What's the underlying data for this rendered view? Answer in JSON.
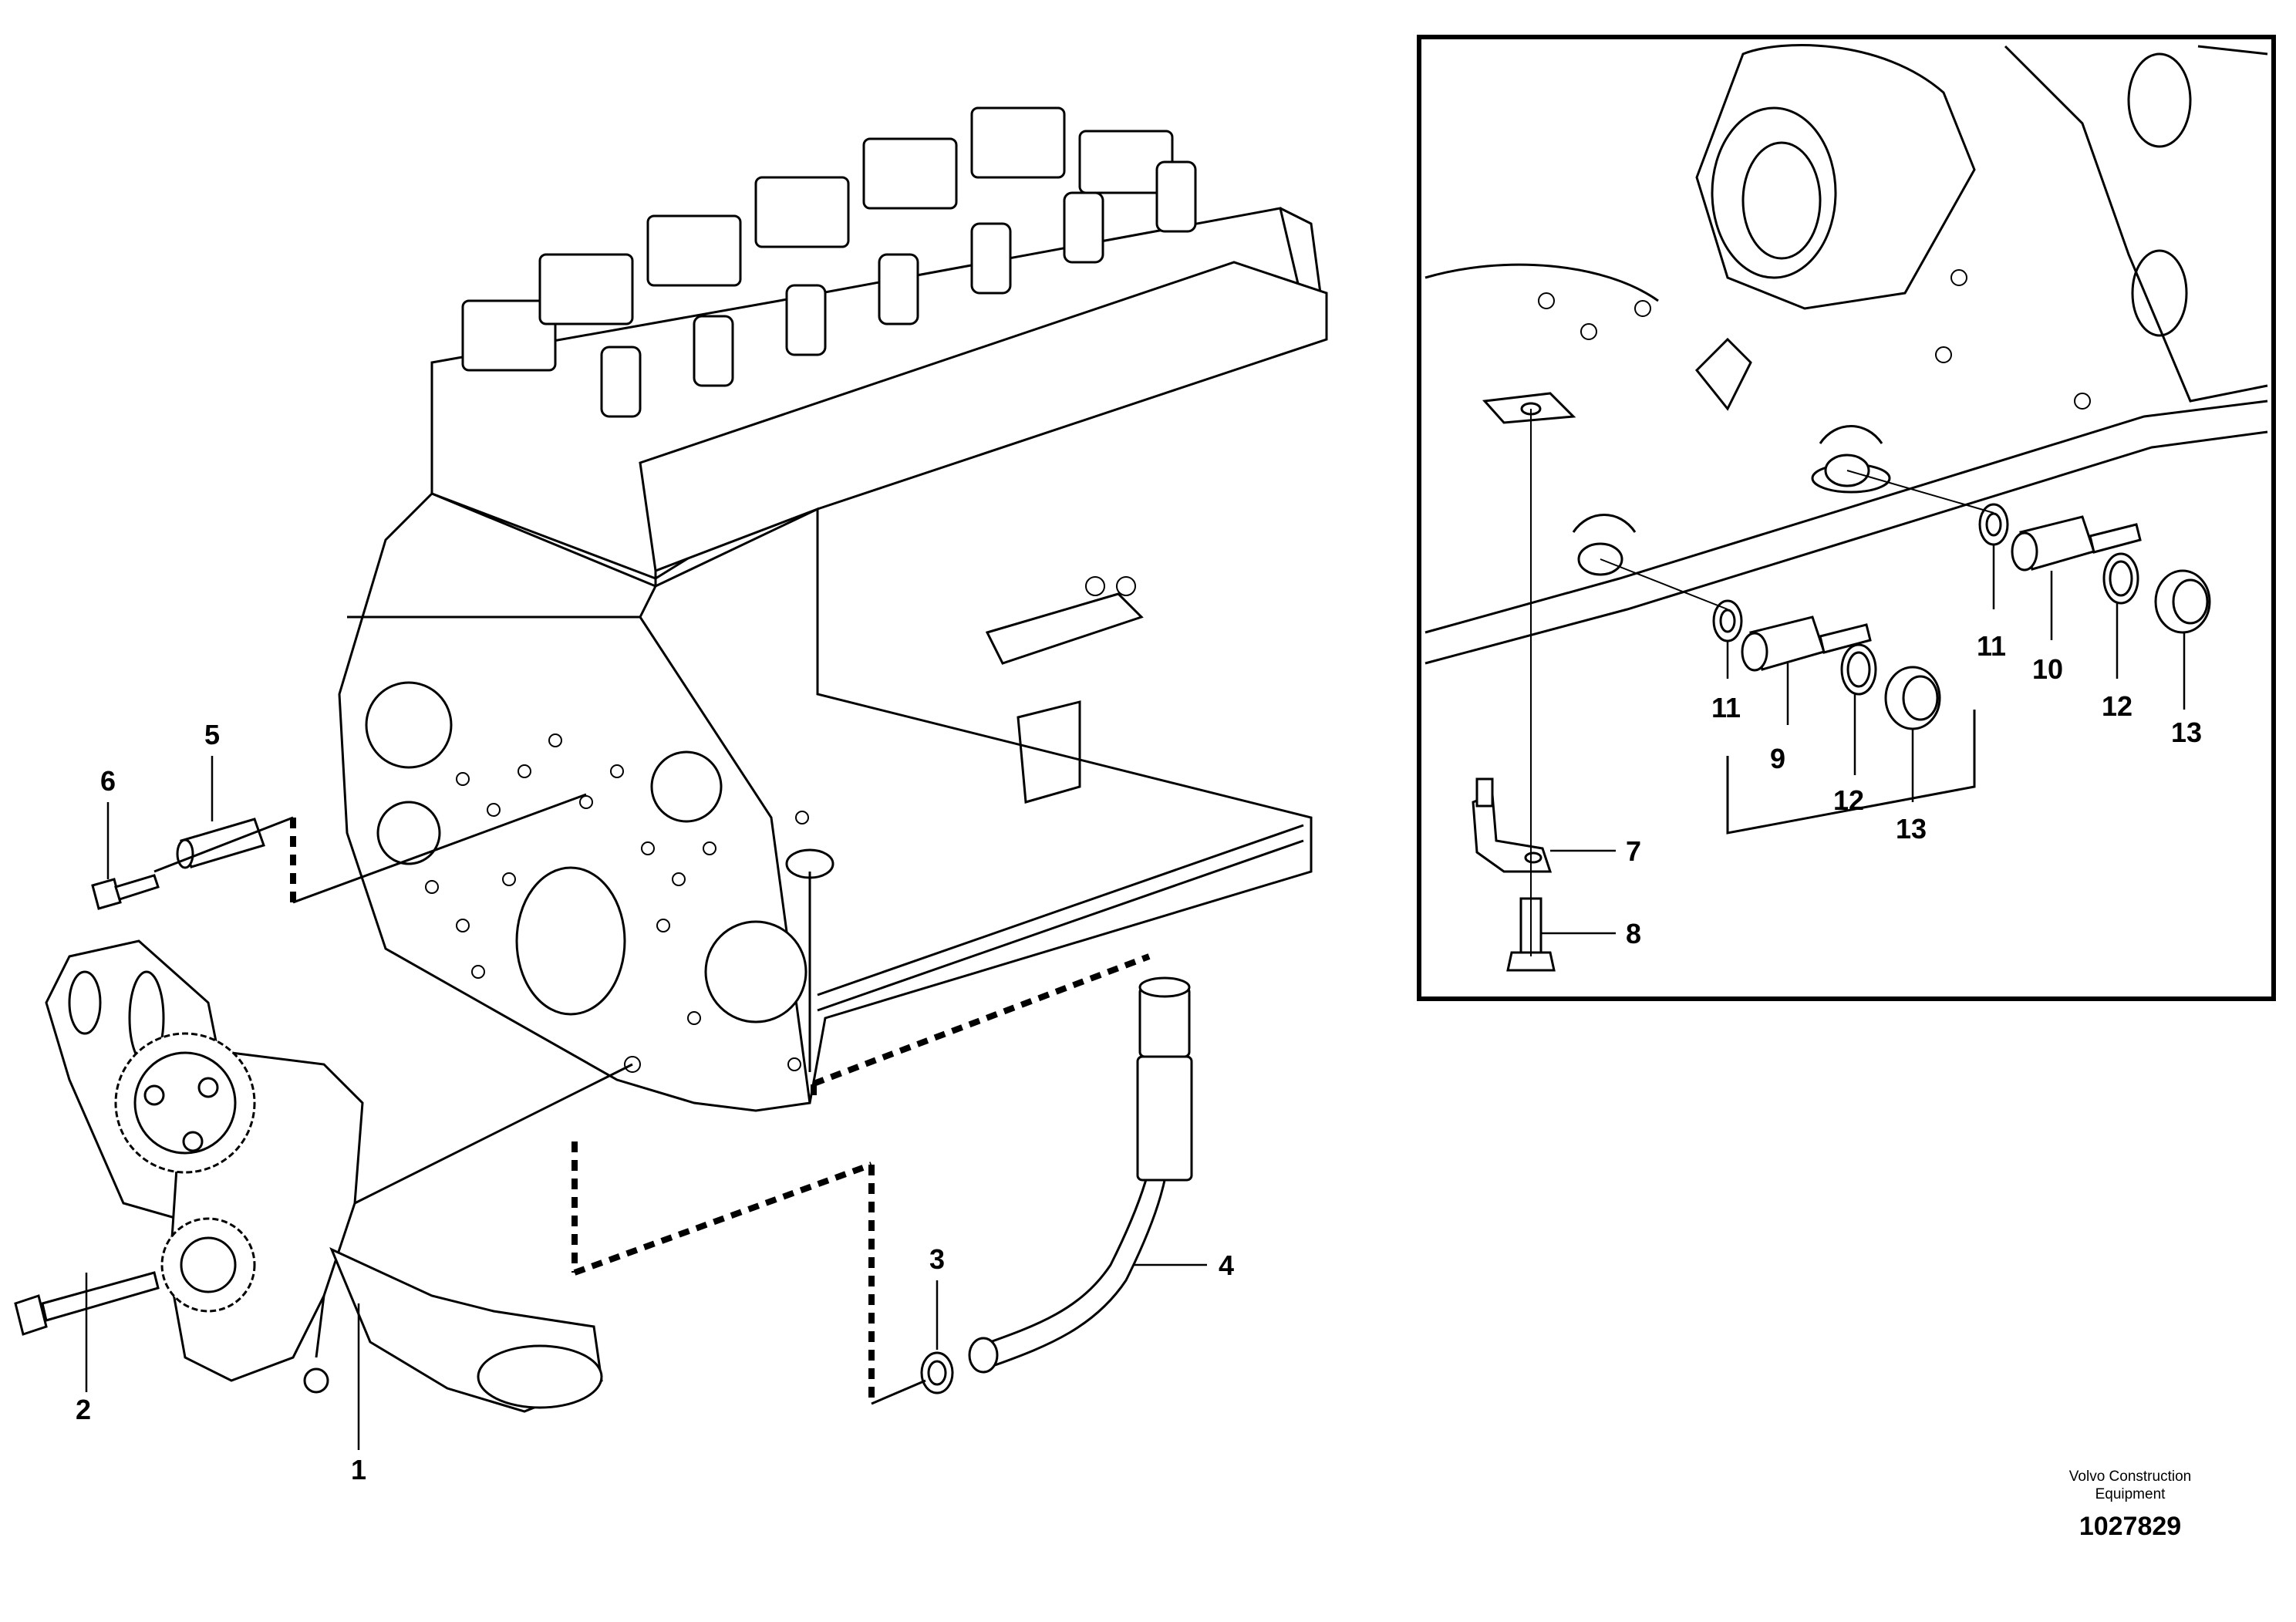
{
  "callouts": {
    "c1": "1",
    "c2": "2",
    "c3": "3",
    "c4": "4",
    "c5": "5",
    "c6": "6",
    "c7": "7",
    "c8": "8",
    "c9": "9",
    "c10": "10",
    "c11a": "11",
    "c11b": "11",
    "c12a": "12",
    "c12b": "12",
    "c13a": "13",
    "c13b": "13"
  },
  "footer": {
    "brand_line1": "Volvo Construction",
    "brand_line2": "Equipment",
    "drawing_number": "1027829"
  }
}
